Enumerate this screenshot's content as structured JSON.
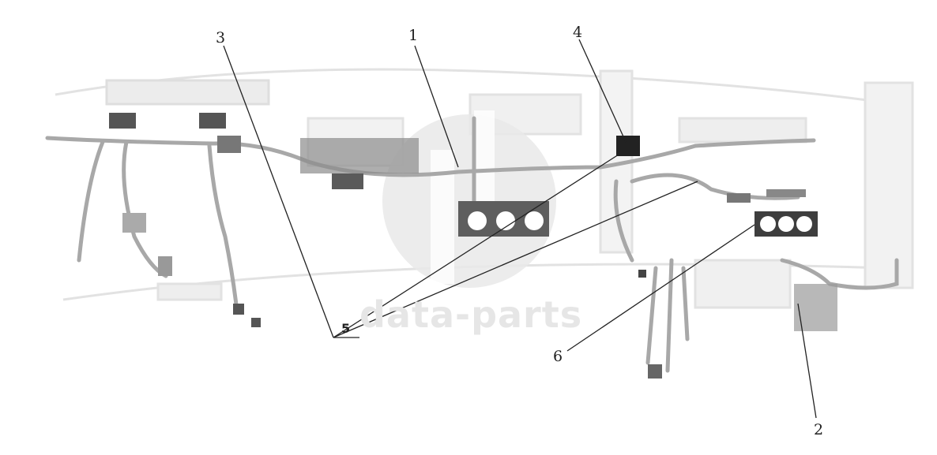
{
  "diagram": {
    "watermark_text": "data-parts",
    "callouts": [
      {
        "id": "1",
        "label": "1"
      },
      {
        "id": "2",
        "label": "2"
      },
      {
        "id": "3",
        "label": "3"
      },
      {
        "id": "4",
        "label": "4"
      },
      {
        "id": "5",
        "label": "5"
      },
      {
        "id": "6",
        "label": "6"
      }
    ]
  },
  "colors": {
    "harness": "#bdbdbd",
    "line": "#222222",
    "watermark": "#e4e4e4",
    "component": "#4a4a4a"
  }
}
